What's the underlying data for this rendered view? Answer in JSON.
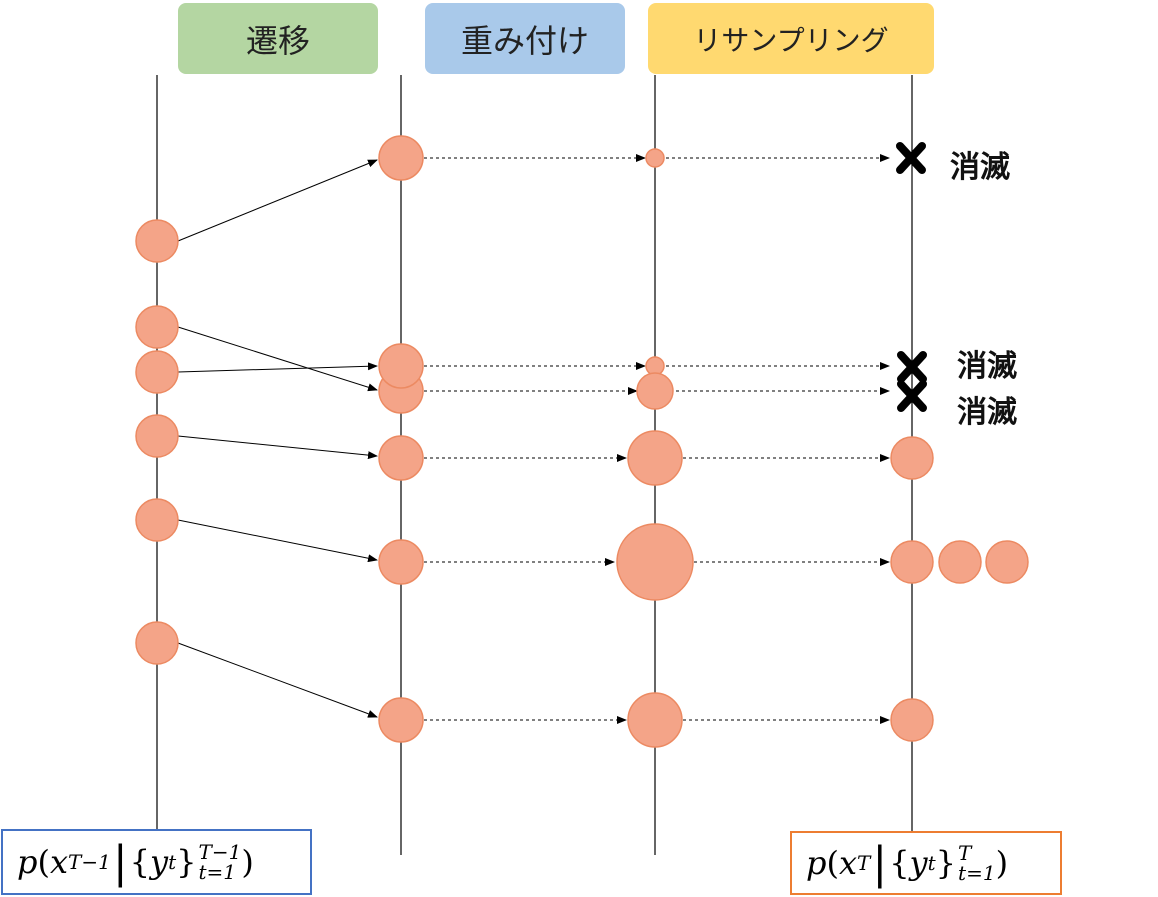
{
  "headers": {
    "transition": "遷移",
    "weighting": "重み付け",
    "resampling": "リサンプリング"
  },
  "colors": {
    "transition_bg": "#b4d6a2",
    "weighting_bg": "#a9c9ea",
    "resampling_bg": "#ffd970",
    "particle_fill": "#f4a488",
    "particle_stroke": "#ec8a62",
    "left_formula_border": "#4472c4",
    "right_formula_border": "#ed7d31"
  },
  "labels": {
    "vanish_1": "消滅",
    "vanish_2": "消滅",
    "vanish_3": "消滅"
  },
  "formulas": {
    "left": {
      "p": "p",
      "x": "x",
      "x_sub": "T−1",
      "y": "y",
      "y_sub": "t",
      "sum_top": "T−1",
      "sum_bottom": "t=1"
    },
    "right": {
      "p": "p",
      "x": "x",
      "x_sub": "T",
      "y": "y",
      "y_sub": "t",
      "sum_top": "T",
      "sum_bottom": "t=1"
    }
  }
}
